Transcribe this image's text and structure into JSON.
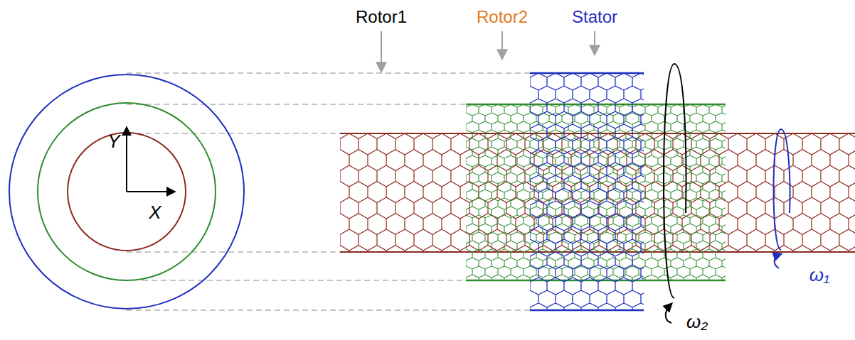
{
  "diagram": {
    "labels": [
      "Rotor1",
      "Rotor2",
      "Stator",
      "Y",
      "X",
      "ω₁",
      "ω₂"
    ]
  }
}
